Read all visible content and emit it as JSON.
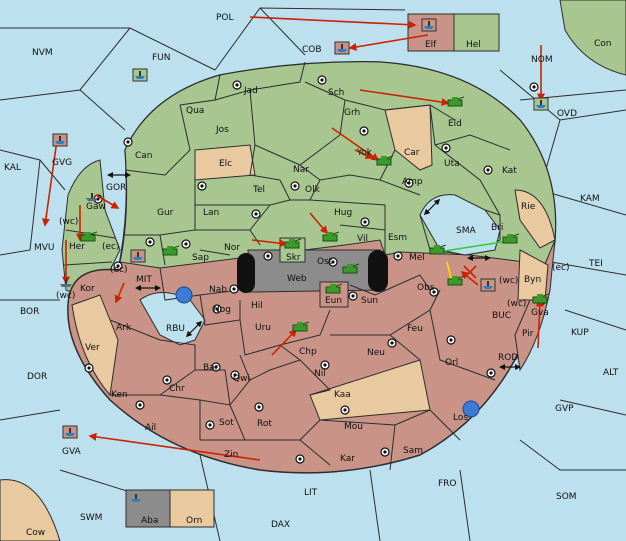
{
  "colors": {
    "sea": "#bde0ee",
    "green": "#a7c690",
    "red": "#c99387",
    "tan": "#e8c9a0",
    "gray": "#8c8c8c",
    "border": "#2d2d2d",
    "move_arrow": "#cc2200",
    "support_line": "#33cc33",
    "convoy_line": "#ffdd00",
    "fleet_icon": "#2f7fbf"
  },
  "labels": {
    "pol": "POL",
    "cob": "COB",
    "elf": "Elf",
    "hel": "Hel",
    "con": "Con",
    "nvm": "NVM",
    "fun": "FUN",
    "nom": "NOM",
    "ovd": "OVD",
    "kal": "KAL",
    "gvg": "GVG",
    "gor": "GOR",
    "gaw": "Gaw",
    "wc1": "(wc)",
    "her": "Her",
    "ec1": "(ec)",
    "mvu": "MVU",
    "kor": "Kor",
    "wc2": "(wc)",
    "can": "Can",
    "qua": "Qua",
    "jad": "Jad",
    "jos": "Jos",
    "sch": "Sch",
    "grh": "Grh",
    "yok": "Yok",
    "car": "Car",
    "eld": "Eld",
    "uta": "Uta",
    "kat": "Kat",
    "elc": "Elc",
    "nar": "Nar",
    "tel": "Tel",
    "olk": "Olk",
    "amp": "Amp",
    "gur": "Gur",
    "lan": "Lan",
    "hug": "Hug",
    "rie": "Rie",
    "kam": "KAM",
    "sap": "Sap",
    "nor": "Nor",
    "skr": "Skr",
    "vil": "Vil",
    "esm": "Esm",
    "sma": "SMA",
    "bri": "Bri",
    "ec2": "(ec)",
    "mit": "MIT",
    "web": "Web",
    "ost": "Ost",
    "mel": "Mel",
    "wc3": "(wc)",
    "byn": "Byn",
    "ec3": "(ec)",
    "tei": "TEI",
    "bor": "BOR",
    "nab": "Nab",
    "hil": "Hil",
    "eun": "Eun",
    "sun": "Sun",
    "obs": "Obs",
    "buc": "BUC",
    "wc4": "(wc)",
    "gva_l": "Gva",
    "pir": "Pir",
    "kup": "KUP",
    "ark": "Ark",
    "nog": "Nog",
    "rbu": "RBU",
    "uru": "Uru",
    "feu": "Feu",
    "ver": "Ver",
    "chp": "Chp",
    "neu": "Neu",
    "orl": "Orl",
    "rod": "ROD",
    "alt": "ALT",
    "dor": "DOR",
    "bar": "Bar",
    "qwi": "Qwi",
    "nil": "Nil",
    "ken": "Ken",
    "chr": "Chr",
    "kaa": "Kaa",
    "gvp": "GVP",
    "ail": "Ail",
    "sot": "Sot",
    "rot": "Rot",
    "mou": "Mou",
    "los": "Los",
    "gva": "GVA",
    "zin": "Zin",
    "kar": "Kar",
    "sam": "Sam",
    "fro": "FRO",
    "lit": "LIT",
    "som": "SOM",
    "swm": "SWM",
    "aba": "Aba",
    "orn": "Orn",
    "dax": "DAX",
    "cow": "Cow"
  }
}
